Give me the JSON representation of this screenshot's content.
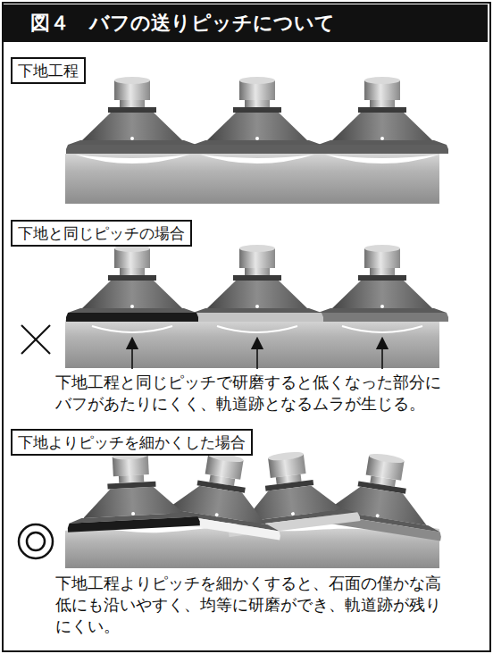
{
  "diagram": {
    "title": "図４　バフの送りピッチについて",
    "nodes": [
      {
        "text": [
          "下地工程"
        ]
      },
      {
        "text": [
          "下地と同じピッチの場合"
        ]
      },
      {
        "text": [
          "下地よりピッチを細かくした場合"
        ]
      }
    ],
    "labels": [
      "下地工程と同じピッチで研磨すると低くなった部分にバフがあたりにくく、軌道跡となるムラが生じる。",
      "下地工程よりピッチを細かくすると、石面の僅かな高低にも沿いやすく、均等に研磨ができ、軌道跡が残りにくい。"
    ]
  }
}
